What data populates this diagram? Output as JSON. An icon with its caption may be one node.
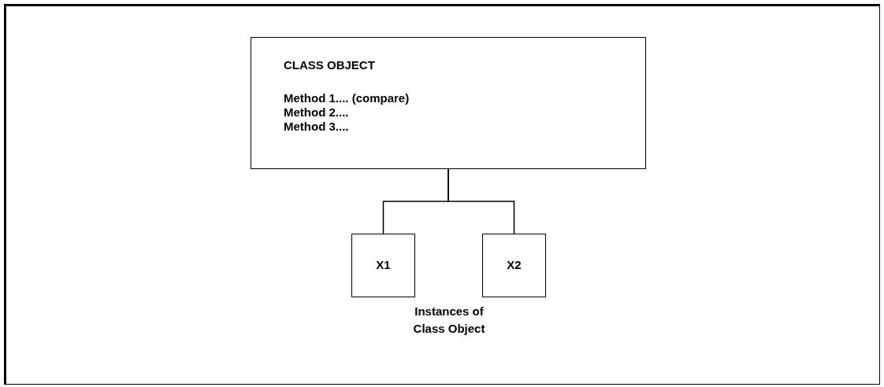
{
  "diagram": {
    "nodes": [
      {
        "text": [
          "CLASS OBJECT",
          "Method 1.... (compare)",
          "Method 2....",
          "Method 3...."
        ]
      },
      {
        "text": [
          "X1"
        ]
      },
      {
        "text": [
          "X2"
        ]
      }
    ],
    "edges": [
      {
        "from": 0,
        "to": 1,
        "arrow": "none"
      },
      {
        "from": 0,
        "to": 2,
        "arrow": "none"
      }
    ],
    "labels": [
      "Instances of Class Object"
    ]
  }
}
